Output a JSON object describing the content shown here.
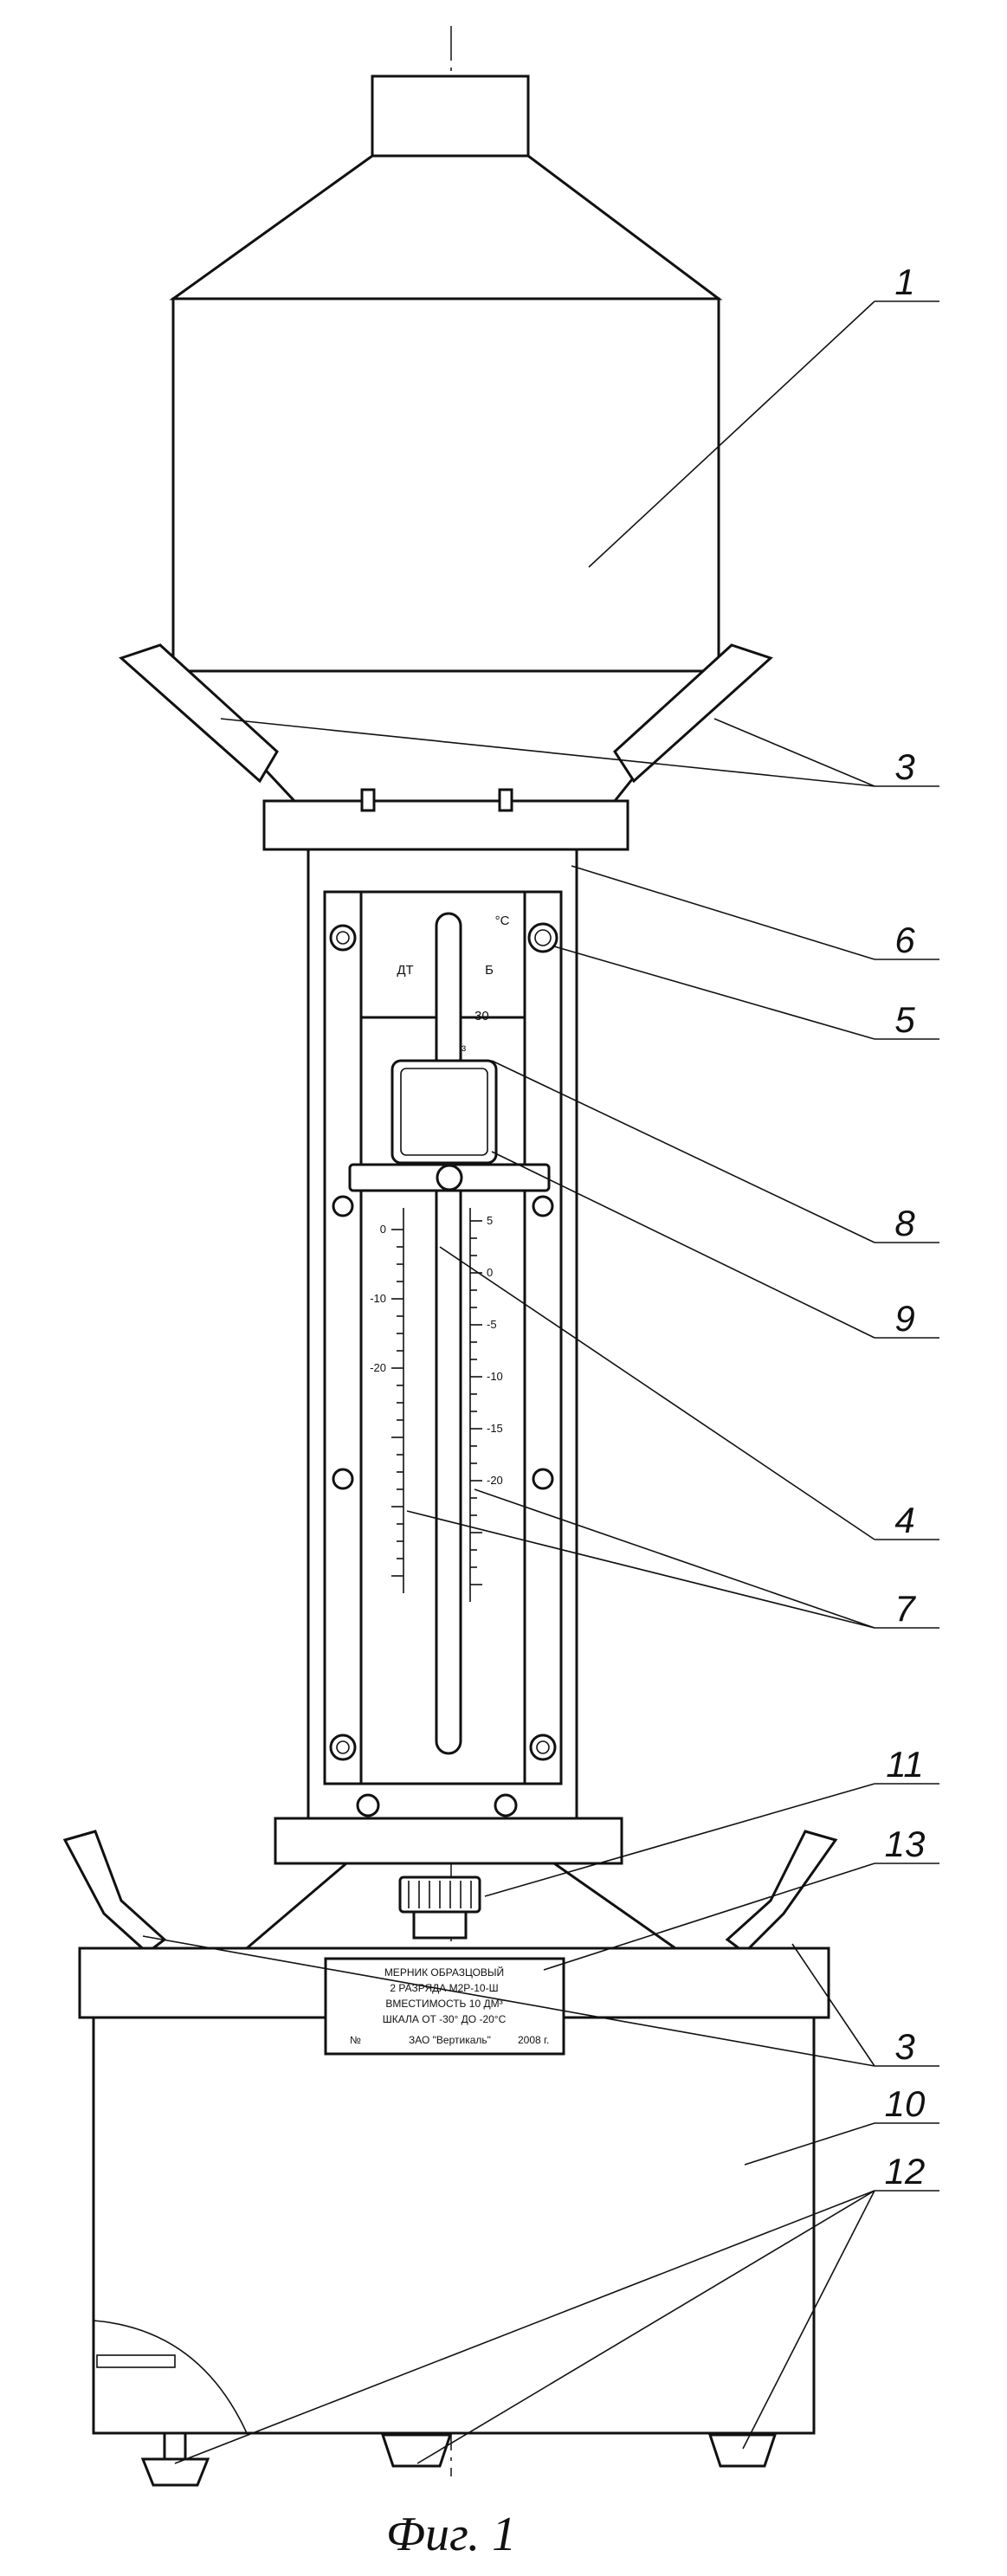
{
  "caption": "Фиг. 1",
  "part_numbers": {
    "n1": "1",
    "n3": "3",
    "n3b": "3",
    "n4": "4",
    "n5": "5",
    "n6": "6",
    "n7": "7",
    "n8": "8",
    "n9": "9",
    "n10": "10",
    "n11": "11",
    "n12": "12",
    "n13": "13"
  },
  "scale_header": {
    "unit_c": "°C",
    "left_label": "ДТ",
    "right_label": "Б",
    "top_value": "30",
    "cm3": "СМ³"
  },
  "left_scale": [
    "0",
    "-10",
    "-20"
  ],
  "right_scale": [
    "5",
    "0",
    "-5",
    "-10",
    "-15",
    "-20"
  ],
  "nameplate": {
    "line1": "МЕРНИК ОБРАЗЦОВЫЙ",
    "line2": "2 РАЗРЯДА М2Р-10-Ш",
    "line3": "ВМЕСТИМОСТЬ 10 ДМ³",
    "line4": "ШКАЛА ОТ -30° ДО -20°С",
    "serial": "№",
    "maker": "ЗАО \"Вертикаль\"",
    "year": "2008 г."
  }
}
